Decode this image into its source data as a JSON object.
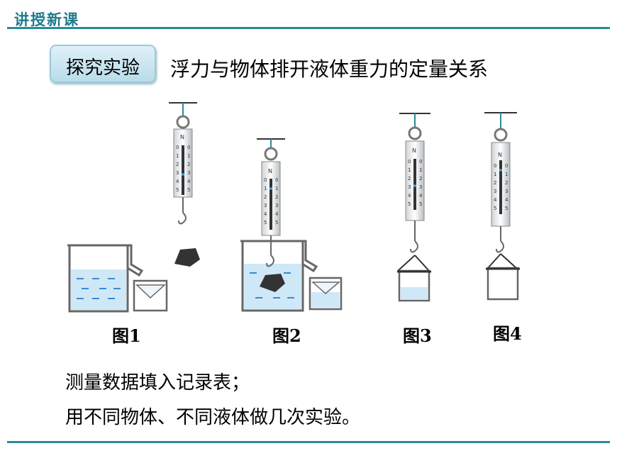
{
  "header": {
    "label": "讲授新课"
  },
  "badge": {
    "label": "探究实验"
  },
  "heading": "浮力与物体排开液体重力的定量关系",
  "figures": [
    {
      "caption": "图1"
    },
    {
      "caption": "图2"
    },
    {
      "caption": "图3"
    },
    {
      "caption": "图4"
    }
  ],
  "scale": {
    "unit": "N",
    "numbers": [
      "0",
      "1",
      "2",
      "3",
      "4",
      "5"
    ]
  },
  "body": {
    "line1": "测量数据填入记录表；",
    "line2": "用不同物体、不同液体做几次实验。"
  },
  "colors": {
    "accent": "#2b8a9a",
    "water": "#cfe8f7",
    "water_dash": "#3a8ad0"
  }
}
